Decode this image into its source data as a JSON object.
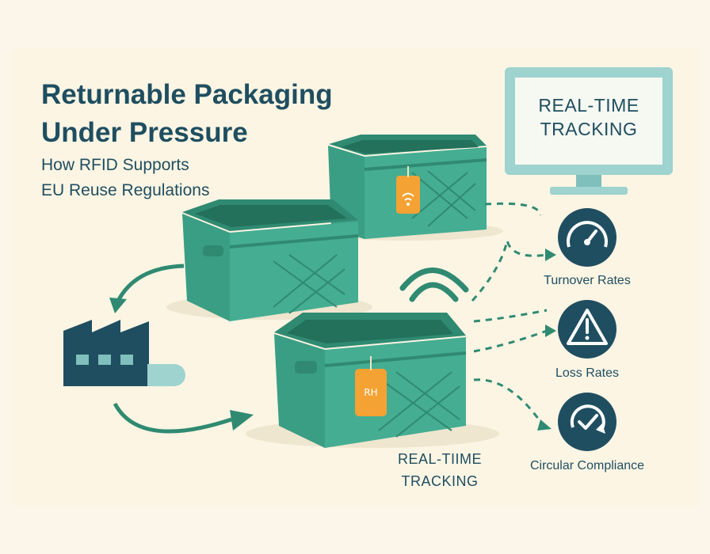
{
  "heading": {
    "title_line1": "Returnable Packaging",
    "title_line2": "Under Pressure",
    "subtitle_line1": "How RFID Supports",
    "subtitle_line2": "EU Reuse Regulations"
  },
  "monitor": {
    "line1": "REAL-TIME",
    "line2": "TRACKING"
  },
  "crate_caption": {
    "line1": "REAL-TIIME",
    "line2": "TRACKING"
  },
  "tag_text": "RH",
  "metrics": [
    {
      "label": "Turnover Rates",
      "icon": "gauge-icon"
    },
    {
      "label": "Loss Rates",
      "icon": "warning-icon"
    },
    {
      "label": "Circular Compliance",
      "icon": "check-cycle-icon"
    }
  ],
  "colors": {
    "background": "#fbf6e9",
    "crate_green": "#3a9e84",
    "navy": "#1f4e60",
    "tag_orange": "#f4a233",
    "monitor_teal": "#9ed3cf"
  }
}
